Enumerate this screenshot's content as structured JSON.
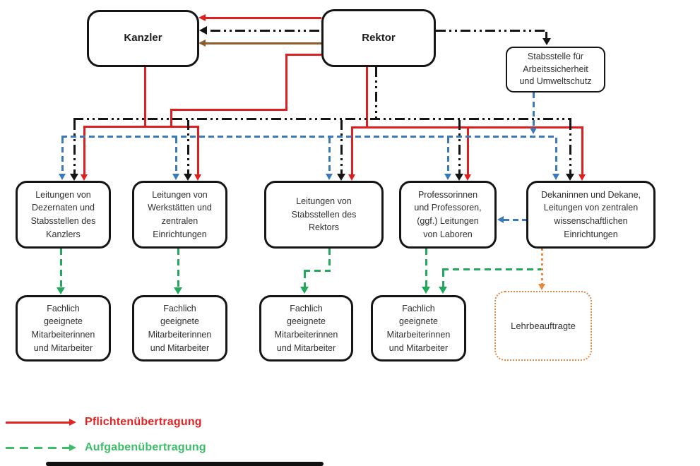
{
  "diagram": {
    "nodes": {
      "kanzler": {
        "label": "Kanzler"
      },
      "rektor": {
        "label": "Rektor"
      },
      "stabsstelle_asu": {
        "label": "Stabsstelle für\nArbeitssicherheit\nund Umweltschutz"
      },
      "leitungen_dezernate": {
        "label": "Leitungen von\nDezernaten und\nStabsstellen des\nKanzlers"
      },
      "leitungen_werkstaetten": {
        "label": "Leitungen von\nWerkstätten und\nzentralen\nEinrichtungen"
      },
      "leitungen_stabsstellen_rektor": {
        "label": "Leitungen von\nStabsstellen des\nRektors"
      },
      "professorinnen": {
        "label": "Professorinnen\nund Professoren,\n(ggf.) Leitungen\nvon Laboren"
      },
      "dekaninnen": {
        "label": "Dekaninnen und Dekane,\nLeitungen von zentralen\nwissenschaftlichen\nEinrichtungen"
      },
      "fachlich_1": {
        "label": "Fachlich\ngeeignete\nMitarbeiterinnen\nund Mitarbeiter"
      },
      "fachlich_2": {
        "label": "Fachlich\ngeeignete\nMitarbeiterinnen\nund Mitarbeiter"
      },
      "fachlich_3": {
        "label": "Fachlich\ngeeignete\nMitarbeiterinnen\nund Mitarbeiter"
      },
      "fachlich_4": {
        "label": "Fachlich\ngeeignete\nMitarbeiterinnen\nund Mitarbeiter"
      },
      "lehrbeauftragte": {
        "label": "Lehrbeauftragte"
      }
    },
    "legend": {
      "items": [
        {
          "label": "Pflichtenübertragung",
          "color": "#e02424",
          "line_style": "red-solid-arrow"
        },
        {
          "label": "Aufgabenübertragung",
          "color": "#3cbd68",
          "line_style": "green-dashed-arrow"
        },
        {
          "label": "",
          "color": "#111111",
          "line_style": "black-line-cut-off-at-bottom-edge"
        }
      ]
    },
    "colors": {
      "pflichten_red": "#df1f1f",
      "aufgaben_green": "#22a95c",
      "blue_dashed": "#3c79b8",
      "black": "#141414",
      "brown": "#8d5c2a",
      "orange_dotted": "#e8883f"
    },
    "edges": [
      {
        "from": "rektor",
        "to": [
          "kanzler"
        ],
        "style": "red-solid-arrow"
      },
      {
        "from": "rektor",
        "to": [
          "kanzler"
        ],
        "style": "black-dash-dot-arrow"
      },
      {
        "from": "rektor",
        "to": [
          "kanzler"
        ],
        "style": "brown-solid-arrow"
      },
      {
        "from": "rektor",
        "to": [
          "stabsstelle_asu"
        ],
        "style": "black-dash-dot-arrow"
      },
      {
        "from": "kanzler",
        "to": [
          "leitungen_dezernate",
          "leitungen_werkstaetten"
        ],
        "style": "red-solid-arrow"
      },
      {
        "from": "rektor",
        "to": [
          "leitungen_dezernate",
          "leitungen_werkstaetten",
          "leitungen_stabsstellen_rektor",
          "professorinnen",
          "dekaninnen"
        ],
        "style": "red-solid-arrow"
      },
      {
        "from": "rektor",
        "to": [
          "leitungen_dezernate",
          "leitungen_werkstaetten",
          "leitungen_stabsstellen_rektor",
          "professorinnen",
          "dekaninnen"
        ],
        "style": "black-dash-dot-arrow"
      },
      {
        "from": "stabsstelle_asu",
        "to": [
          "leitungen_dezernate",
          "leitungen_werkstaetten",
          "leitungen_stabsstellen_rektor",
          "professorinnen",
          "dekaninnen"
        ],
        "style": "blue-dashed-arrow"
      },
      {
        "from": "dekaninnen",
        "to": [
          "professorinnen"
        ],
        "style": "blue-dashed-arrow"
      },
      {
        "from": "leitungen_dezernate",
        "to": [
          "fachlich_1"
        ],
        "style": "green-dashed-arrow"
      },
      {
        "from": "leitungen_werkstaetten",
        "to": [
          "fachlich_2"
        ],
        "style": "green-dashed-arrow"
      },
      {
        "from": "leitungen_stabsstellen_rektor",
        "to": [
          "fachlich_3"
        ],
        "style": "green-dashed-arrow"
      },
      {
        "from": "professorinnen",
        "to": [
          "fachlich_4"
        ],
        "style": "green-dashed-arrow"
      },
      {
        "from": "dekaninnen",
        "to": [
          "fachlich_4"
        ],
        "style": "green-dashed-arrow"
      },
      {
        "from": "dekaninnen",
        "to": [
          "lehrbeauftragte"
        ],
        "style": "orange-dotted-arrow"
      }
    ]
  }
}
